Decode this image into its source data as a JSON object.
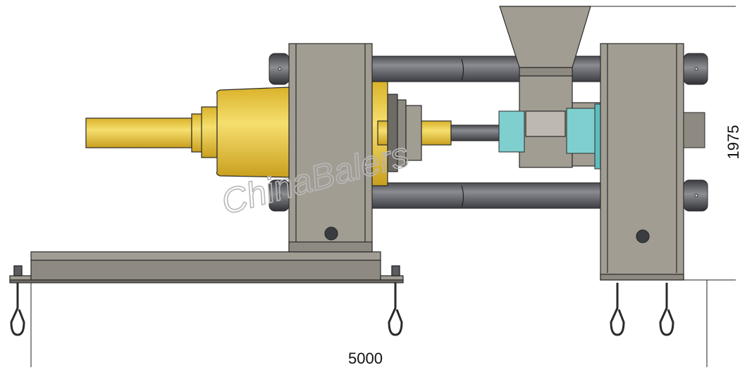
{
  "drawing": {
    "dimension_width": "5000",
    "dimension_height": "1975",
    "watermark": "ChinaBalers"
  },
  "colors": {
    "steel": "#a19d93",
    "steel_dark": "#6e6b66",
    "rod": "#5d5f66",
    "ram_yellow": "#e9c53f",
    "ram_yellow_light": "#f6df6e",
    "seal_cyan": "#7fcfcf",
    "nut": "#4a4d52",
    "outline": "#2a2a2a"
  }
}
